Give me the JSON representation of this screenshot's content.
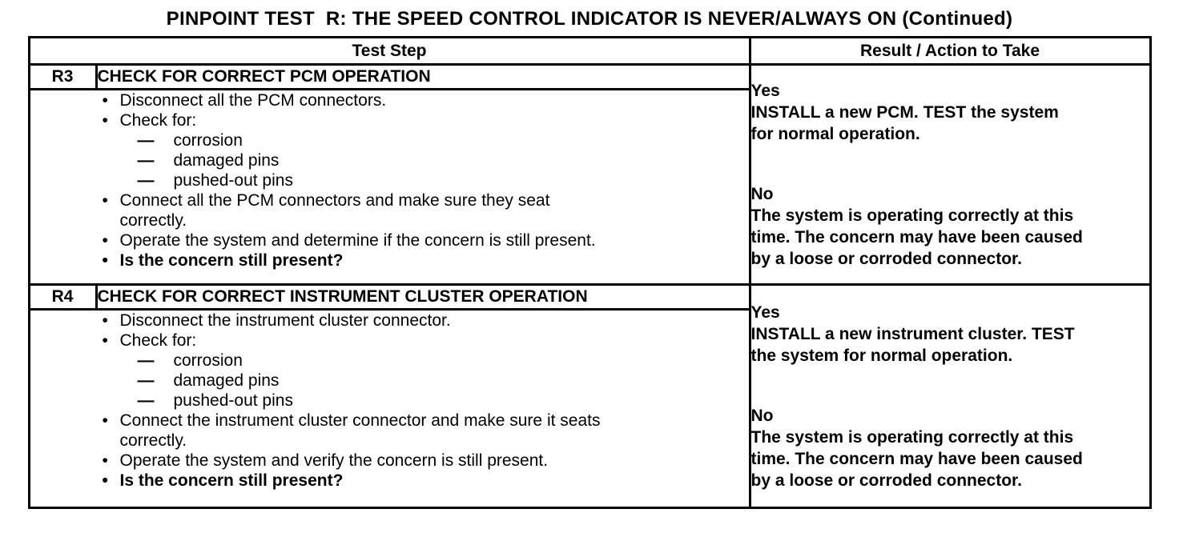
{
  "page": {
    "title": "PINPOINT TEST  R: THE SPEED CONTROL INDICATOR IS NEVER/ALWAYS ON (Continued)"
  },
  "table": {
    "headers": {
      "test_step": "Test Step",
      "result": "Result / Action to Take"
    },
    "steps": [
      {
        "id": "R3",
        "title": "CHECK FOR CORRECT PCM OPERATION",
        "lines": [
          {
            "style": "bullet",
            "marker": "•",
            "text": "Disconnect all the PCM connectors."
          },
          {
            "style": "bullet",
            "marker": "•",
            "text": "Check for:"
          },
          {
            "style": "dash",
            "marker": "—",
            "text": "corrosion"
          },
          {
            "style": "dash",
            "marker": "—",
            "text": "damaged pins"
          },
          {
            "style": "dash",
            "marker": "—",
            "text": "pushed-out pins"
          },
          {
            "style": "bullet",
            "marker": "•",
            "text": "Connect all the PCM connectors and make sure they seat\ncorrectly."
          },
          {
            "style": "bullet",
            "marker": "•",
            "text": "Operate the system and determine if the concern is still present."
          },
          {
            "style": "bullet-bold",
            "marker": "•",
            "text": "Is the concern still present?"
          }
        ],
        "result": {
          "yes_label": "Yes",
          "yes_text": "INSTALL a new PCM. TEST the system\nfor normal operation.",
          "no_label": "No",
          "no_text": "The system is operating correctly at this\ntime. The concern may have been caused\nby a loose or corroded connector."
        }
      },
      {
        "id": "R4",
        "title": "CHECK FOR CORRECT INSTRUMENT CLUSTER OPERATION",
        "lines": [
          {
            "style": "bullet",
            "marker": "•",
            "text": "Disconnect the instrument cluster connector."
          },
          {
            "style": "bullet",
            "marker": "•",
            "text": "Check for:"
          },
          {
            "style": "dash",
            "marker": "—",
            "text": "corrosion"
          },
          {
            "style": "dash",
            "marker": "—",
            "text": "damaged pins"
          },
          {
            "style": "dash",
            "marker": "—",
            "text": "pushed-out pins"
          },
          {
            "style": "bullet",
            "marker": "•",
            "text": "Connect the instrument cluster connector and make sure it seats\ncorrectly."
          },
          {
            "style": "bullet",
            "marker": "•",
            "text": "Operate the system and verify the concern is still present."
          },
          {
            "style": "bullet-bold",
            "marker": "•",
            "text": "Is the concern still present?"
          }
        ],
        "result": {
          "yes_label": "Yes",
          "yes_text": "INSTALL a new instrument cluster. TEST\nthe system for normal operation.",
          "no_label": "No",
          "no_text": "The system is operating correctly at this\ntime. The concern may have been caused\nby a loose or corroded connector."
        }
      }
    ]
  }
}
